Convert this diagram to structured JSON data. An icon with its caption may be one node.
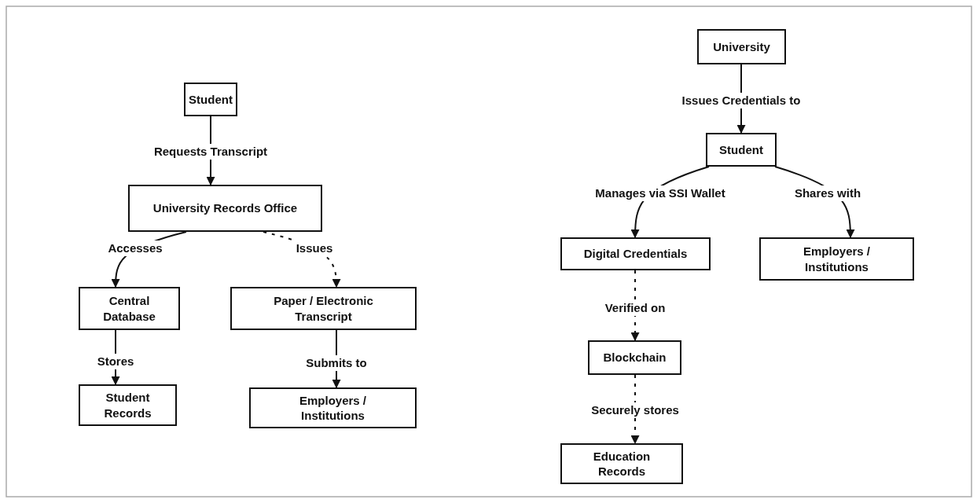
{
  "diagram": {
    "nodes": [
      {
        "text": [
          "Student"
        ]
      },
      {
        "text": [
          "University Records Office"
        ]
      },
      {
        "text": [
          "Central Database"
        ]
      },
      {
        "text": [
          "Paper / Electronic Transcript"
        ]
      },
      {
        "text": [
          "Student Records"
        ]
      },
      {
        "text": [
          "Employers / Institutions"
        ]
      },
      {
        "text": [
          "University"
        ]
      },
      {
        "text": [
          "Student"
        ]
      },
      {
        "text": [
          "Digital Credentials"
        ]
      },
      {
        "text": [
          "Employers / Institutions"
        ]
      },
      {
        "text": [
          "Blockchain"
        ]
      },
      {
        "text": [
          "Education Records"
        ]
      }
    ],
    "edges": [
      {
        "from": 0,
        "to": 1,
        "arrow": "to",
        "label": "Requests Transcript"
      },
      {
        "from": 1,
        "to": 2,
        "arrow": "to",
        "label": "Accesses"
      },
      {
        "from": 1,
        "to": 3,
        "arrow": "to",
        "label": "Issues",
        "style": "dashed"
      },
      {
        "from": 2,
        "to": 4,
        "arrow": "to",
        "label": "Stores"
      },
      {
        "from": 3,
        "to": 5,
        "arrow": "to",
        "label": "Submits to"
      },
      {
        "from": 6,
        "to": 7,
        "arrow": "to",
        "label": "Issues Credentials to"
      },
      {
        "from": 7,
        "to": 8,
        "arrow": "to",
        "label": "Manages via SSI Wallet"
      },
      {
        "from": 7,
        "to": 9,
        "arrow": "to",
        "label": "Shares with"
      },
      {
        "from": 8,
        "to": 10,
        "arrow": "to",
        "label": "Verified on",
        "style": "dashed"
      },
      {
        "from": 10,
        "to": 11,
        "arrow": "to",
        "label": "Securely stores",
        "style": "dashed"
      }
    ]
  }
}
